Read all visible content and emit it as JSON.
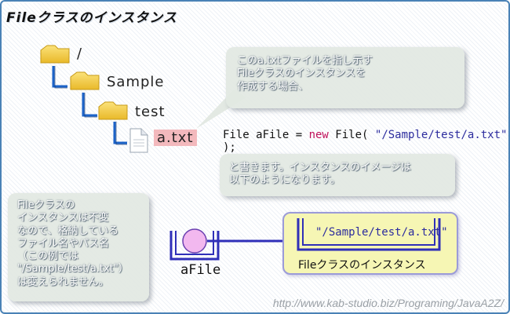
{
  "title": "Fileクラスのインスタンス",
  "tree": {
    "root": "/",
    "level1": "Sample",
    "level2": "test",
    "file": "a.txt"
  },
  "note_top": {
    "lines": [
      "このa.txtファイルを指し示す",
      "Fileクラスのインスタンスを",
      "作成する場合、"
    ]
  },
  "code": {
    "part1": "File aFile = ",
    "keyword": "new",
    "part2": " File( ",
    "string": "\"/Sample/test/a.txt\"",
    "part3": " );"
  },
  "note_middle": {
    "lines": [
      "と書きます。インスタンスのイメージは",
      "以下のようになります。"
    ]
  },
  "note_left": {
    "lines": [
      "Fileクラスの",
      "インスタンスは不変",
      "なので、格納している",
      "ファイル名やパス名",
      "（この例では",
      "\"/Sample/test/a.txt\"）",
      "は変えられません。"
    ]
  },
  "variable": {
    "label": "aFile"
  },
  "instance": {
    "value": "\"/Sample/test/a.txt\"",
    "label": "Fileクラスのインスタンス"
  },
  "url": "http://www.kab-studio.biz/Programing/JavaA2Z/",
  "colors": {
    "frame_border": "#4a82b6",
    "tree_line": "#1c63c8",
    "folder": "#f7d24a",
    "file_highlight": "#f3b9bd",
    "keyword": "#c0105a",
    "string": "#2c2c9e",
    "instance_fill": "#f6f6b4",
    "instance_border": "#9b9bd8",
    "connector": "#2f2fb8",
    "variable_circle": "#f2b8ef"
  }
}
